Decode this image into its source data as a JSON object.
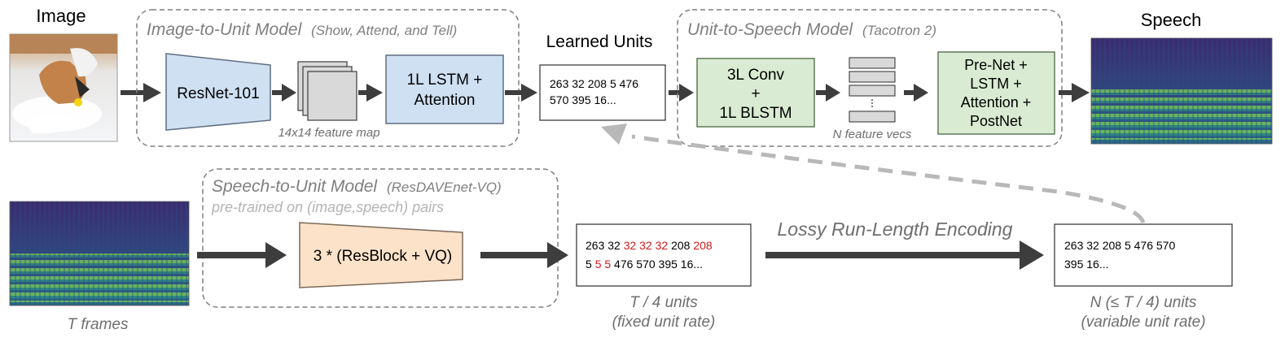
{
  "labels": {
    "image": "Image",
    "speech": "Speech",
    "learned_units": "Learned Units",
    "t_frames": "T frames"
  },
  "image_to_unit": {
    "title": "Image-to-Unit Model",
    "subtitle": "(Show, Attend, and Tell)",
    "resnet": "ResNet-101",
    "lstm_line1": "1L LSTM +",
    "lstm_line2": "Attention",
    "feature_map": "14x14 feature map"
  },
  "unit_to_speech": {
    "title": "Unit-to-Speech Model",
    "subtitle": "(Tacotron 2)",
    "encoder_line1": "3L Conv",
    "encoder_line2": "+",
    "encoder_line3": "1L BLSTM",
    "feature_vecs": "N feature vecs",
    "decoder_line1": "Pre-Net +",
    "decoder_line2": "LSTM +",
    "decoder_line3": "Attention +",
    "decoder_line4": "PostNet"
  },
  "speech_to_unit": {
    "title": "Speech-to-Unit Model",
    "subtitle": "(ResDAVEnet-VQ)",
    "pretrained": "pre-trained on (image,speech) pairs",
    "block": "3 * (ResBlock + VQ)"
  },
  "units": {
    "learned_line1": "263 32 208 5 476",
    "learned_line2": "570 395 16...",
    "fixed_a": "263 32 ",
    "fixed_b": "32 32 32",
    "fixed_c": " 208 ",
    "fixed_d": "208",
    "fixed_e": "5 ",
    "fixed_f": "5 5",
    "fixed_g": " 476 570 395 16...",
    "fixed_caption1": "T / 4 units",
    "fixed_caption2": "(fixed unit rate)",
    "variable_line1": "263 32 208 5 476 570",
    "variable_line2": "395 16...",
    "variable_caption1": "N (≤ T / 4) units",
    "variable_caption2": "(variable unit rate)"
  },
  "lossy_rle": "Lossy Run-Length Encoding",
  "colors": {
    "arrow": "#3d3d3d",
    "dashed_border": "#7f7f7f",
    "model_title": "#7f7f7f",
    "pretrained_text": "#b4b4b4",
    "blue_fill": "#cfe0f2",
    "blue_stroke": "#5e6e80",
    "green_fill": "#d9ecd3",
    "green_stroke": "#5f7a58",
    "peach_fill": "#fbe2c9",
    "peach_stroke": "#7a6a5a",
    "gray_fill": "#d9d9d9",
    "red_unit": "#d11a1a",
    "feedback_arrow": "#b8b8b8"
  },
  "icons": {
    "input_image": "dog-photo-icon",
    "spectrogram": "spectrogram-icon"
  }
}
